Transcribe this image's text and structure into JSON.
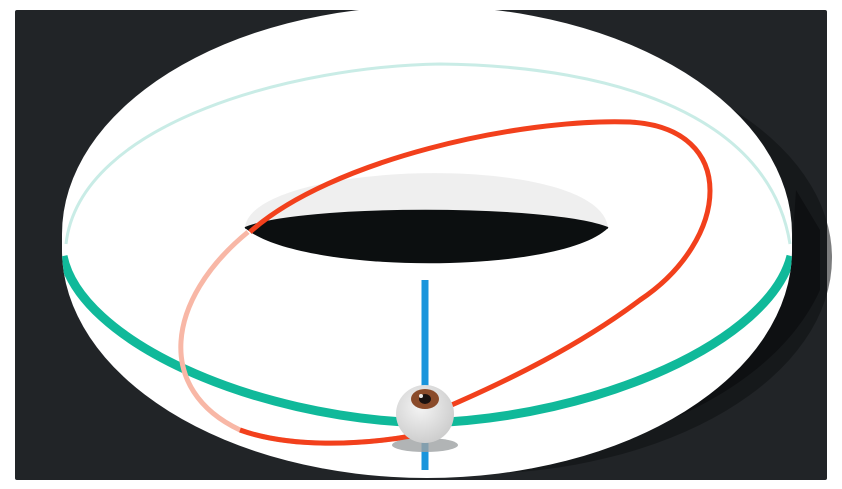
{
  "figure": {
    "subject": "torus-with-observer-eye",
    "colors": {
      "frame": "#ffffff",
      "background": "#212427",
      "torus_surface": "#ffffff",
      "torus_shadow": "#0e1113",
      "hole": "#0c0f10",
      "hole_rim": "#efefef",
      "meridian_back": "#c9ece6",
      "meridian_front": "#10b99a",
      "orbit_red": "#f2401c",
      "orbit_red_faded": "#f8b7a6",
      "sight_line": "#1995dc",
      "eye_sclera": "#dcdcdc",
      "eye_iris": "#8a4b2a",
      "eye_pupil": "#1a1210"
    },
    "elements": [
      "background",
      "torus",
      "torus-hole",
      "outer-meridian-circle",
      "red-orbit-curve",
      "sight-line",
      "observer-eye"
    ]
  }
}
